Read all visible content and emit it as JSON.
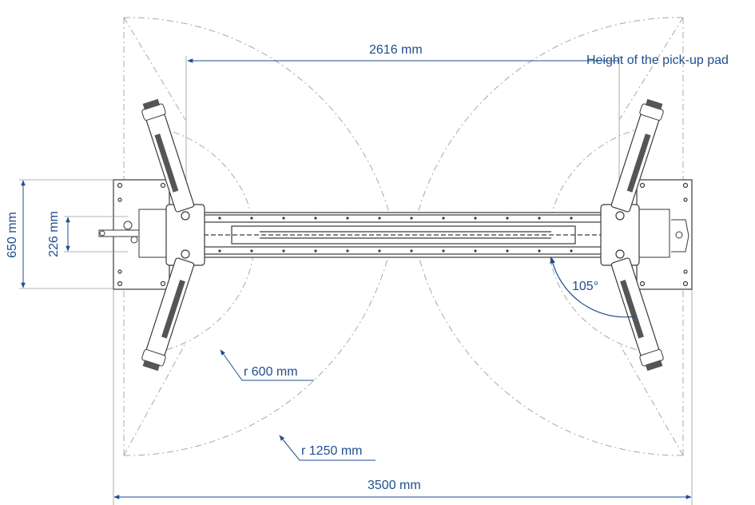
{
  "dimensions": {
    "overall_length": "2616 mm",
    "total_width": "3500 mm",
    "base_depth": "650 mm",
    "column_width": "226 mm",
    "short_arm_radius": "r 600 mm",
    "long_arm_radius": "r 1250 mm",
    "arm_angle": "105°"
  },
  "annotations": {
    "pad_height": "Height of the pick-up pad"
  },
  "colors": {
    "dimension": "#1f4e8f",
    "outline": "#3a3a3a",
    "swing_arc": "#a8a8a8",
    "arm_fill": "#555555"
  }
}
